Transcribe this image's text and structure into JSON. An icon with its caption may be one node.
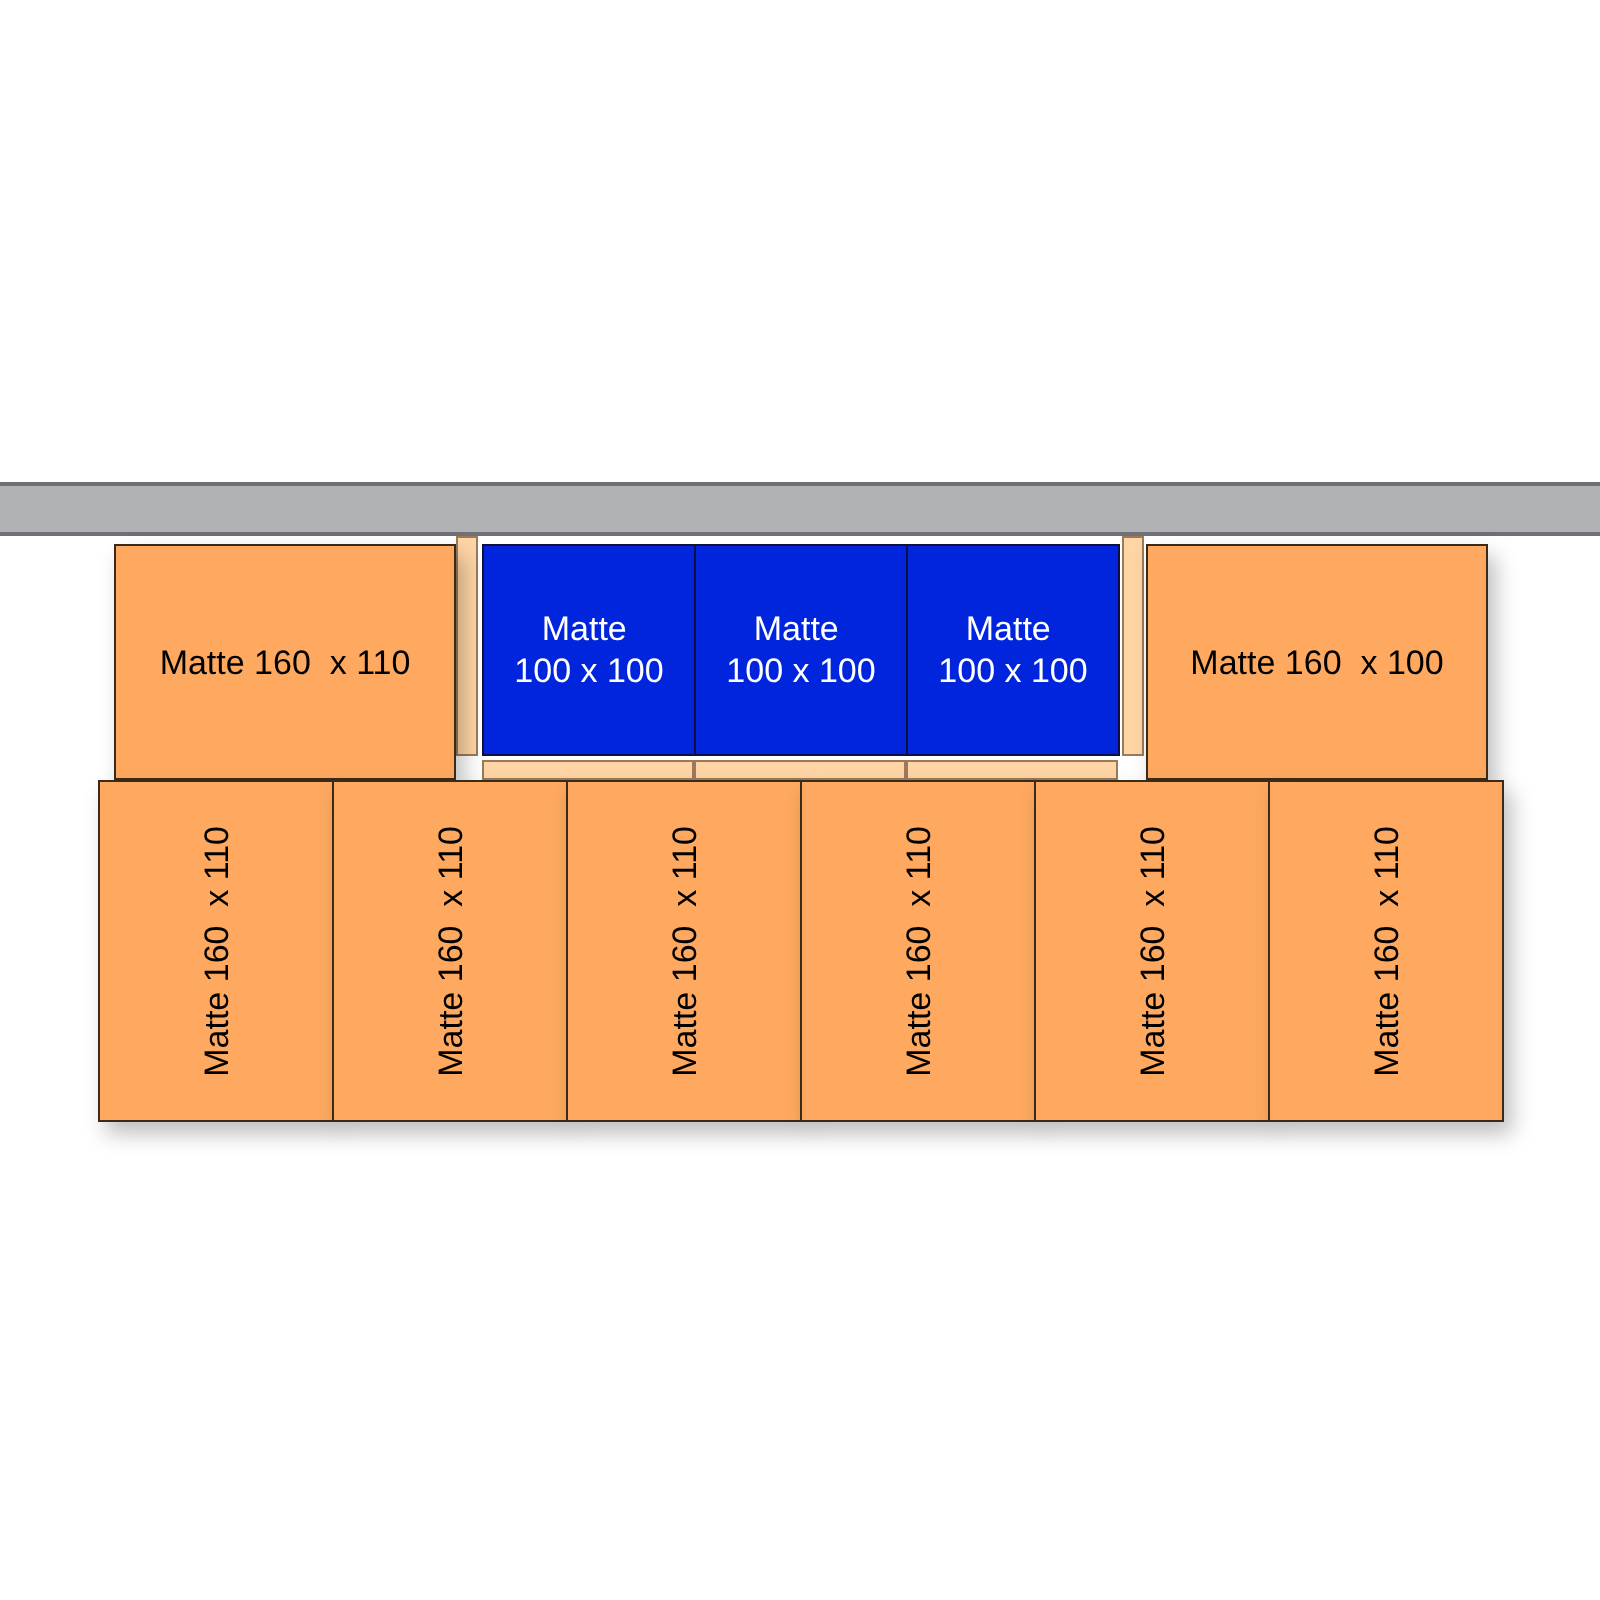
{
  "diagram": {
    "nodes": [
      {
        "text": [],
        "shape": "bar"
      },
      {
        "text": [
          "Matte 160  x 110"
        ]
      },
      {
        "text": [
          "Matte 100 x 100"
        ]
      },
      {
        "text": [
          "Matte 100 x 100"
        ]
      },
      {
        "text": [
          "Matte 100 x 100"
        ]
      },
      {
        "text": [
          "Matte 160  x 100"
        ]
      },
      {
        "text": [
          "Matte 160  x 110"
        ]
      },
      {
        "text": [
          "Matte 160  x 110"
        ]
      },
      {
        "text": [
          "Matte 160  x 110"
        ]
      },
      {
        "text": [
          "Matte 160  x 110"
        ]
      },
      {
        "text": [
          "Matte 160  x 110"
        ]
      },
      {
        "text": [
          "Matte 160  x 110"
        ]
      }
    ]
  }
}
